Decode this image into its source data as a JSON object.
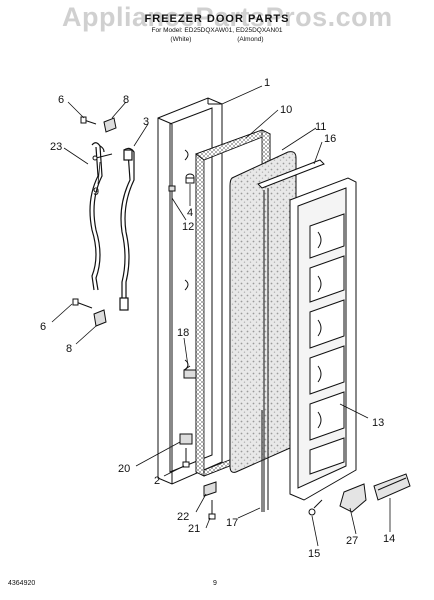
{
  "watermark": "AppliancePartsPros.com",
  "diagram": {
    "title": "FREEZER DOOR PARTS",
    "subtitle": "For Model: ED25DQXAW01, ED25DQXAN01",
    "variants": [
      "(White)",
      "(Almond)"
    ],
    "doc_number": "4364920",
    "page_number": "9"
  },
  "callouts": [
    "1",
    "10",
    "11",
    "16",
    "8",
    "6",
    "3",
    "23",
    "9",
    "4",
    "12",
    "18",
    "13",
    "6",
    "8",
    "20",
    "2",
    "22",
    "21",
    "17",
    "15",
    "27",
    "14"
  ],
  "colors": {
    "ink": "#111111",
    "insulation": "#e6e6e6",
    "shade": "#cfcfcf"
  }
}
